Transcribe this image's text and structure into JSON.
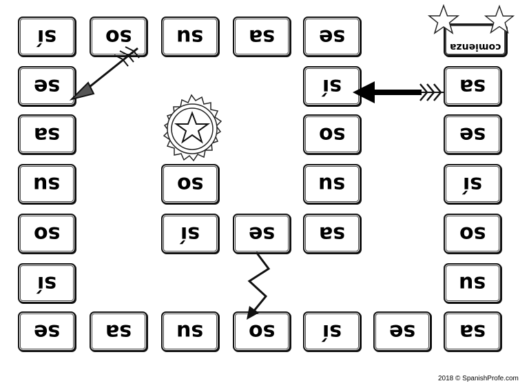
{
  "board": {
    "start_label": "comienza",
    "tiles": [
      "sí",
      "so",
      "su",
      "sa",
      "se",
      "se",
      "sí",
      "sa",
      "sa",
      "so",
      "se",
      "su",
      "so",
      "su",
      "sí",
      "so",
      "sí",
      "se",
      "sa",
      "so",
      "sí",
      "su",
      "se",
      "sa",
      "su",
      "so",
      "sí",
      "se",
      "sa"
    ]
  },
  "icons": [
    "star-icon",
    "arrow-icon",
    "badge-icon",
    "zigzag-arrow-icon"
  ],
  "footer": {
    "copyright": "2018 © SpanishProfe.com"
  }
}
